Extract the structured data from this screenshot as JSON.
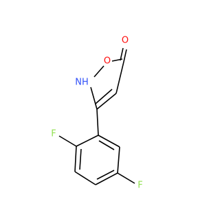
{
  "atoms": {
    "o_ring": "O",
    "o_carbonyl": "O",
    "nh": "NH",
    "f_top": "F",
    "f_bottom": "F"
  },
  "colors": {
    "oxygen": "#ff0d0d",
    "nitrogen": "#3050f8",
    "fluorine": "#90e050",
    "bond": "#000000",
    "background": "#ffffff"
  }
}
